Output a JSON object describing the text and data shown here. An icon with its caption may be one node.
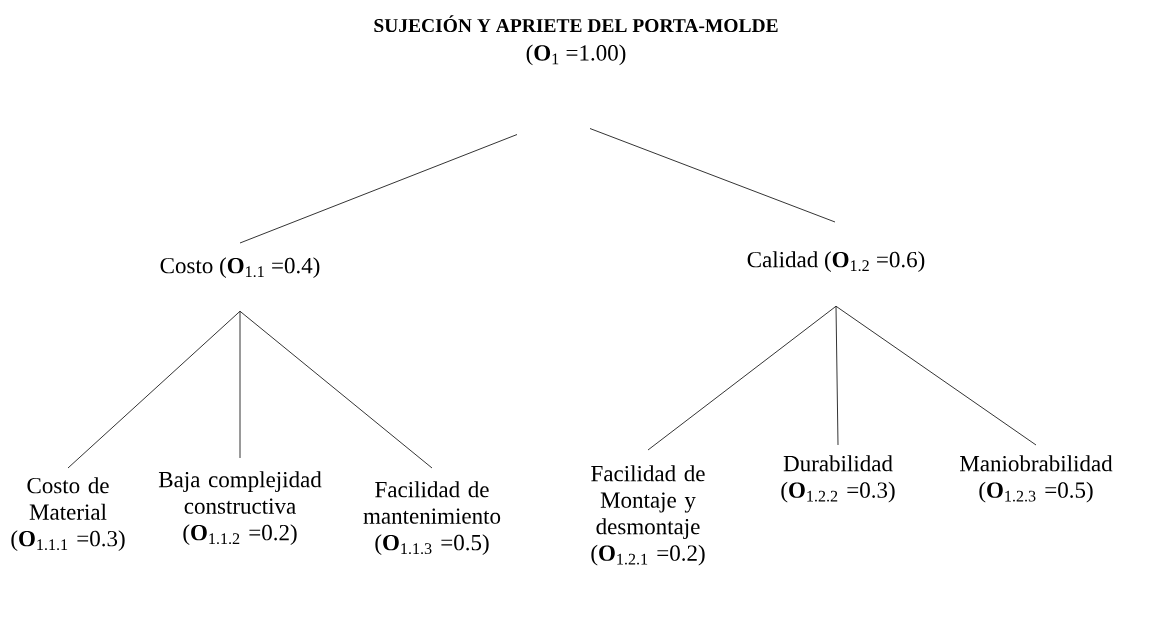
{
  "diagram": {
    "nodes": [
      {
        "text": [
          "SUJECIÓN Y APRIETE DEL PORTA-MOLDE",
          "(**O**$_{1}$ =1.00)"
        ]
      },
      {
        "text": [
          "Costo (**O**$_{1.1}$ =0.4)"
        ]
      },
      {
        "text": [
          "Calidad (**O**$_{1.2}$ =0.6)"
        ]
      },
      {
        "text": [
          "Costo de Material (**O**$_{1.1.1}$ =0.3)"
        ]
      },
      {
        "text": [
          "Baja complejidad constructiva (**O**$_{1.1.2}$ =0.2)"
        ]
      },
      {
        "text": [
          "Facilidad de mantenimiento (**O**$_{1.1.3}$ =0.5)"
        ]
      },
      {
        "text": [
          "Facilidad de Montaje y desmontaje (**O**$_{1.2.1}$ =0.2)"
        ]
      },
      {
        "text": [
          "Durabilidad (**O**$_{1.2.2}$ =0.3)"
        ]
      },
      {
        "text": [
          "Maniobrabilidad (**O**$_{1.2.3}$ =0.5)"
        ]
      }
    ],
    "edges": [
      {
        "from": 0,
        "to": 1,
        "arrow": "none"
      },
      {
        "from": 0,
        "to": 2,
        "arrow": "none"
      },
      {
        "from": 1,
        "to": 3,
        "arrow": "none"
      },
      {
        "from": 1,
        "to": 4,
        "arrow": "none"
      },
      {
        "from": 1,
        "to": 5,
        "arrow": "none"
      },
      {
        "from": 2,
        "to": 6,
        "arrow": "none"
      },
      {
        "from": 2,
        "to": 7,
        "arrow": "none"
      },
      {
        "from": 2,
        "to": 8,
        "arrow": "none"
      }
    ]
  }
}
